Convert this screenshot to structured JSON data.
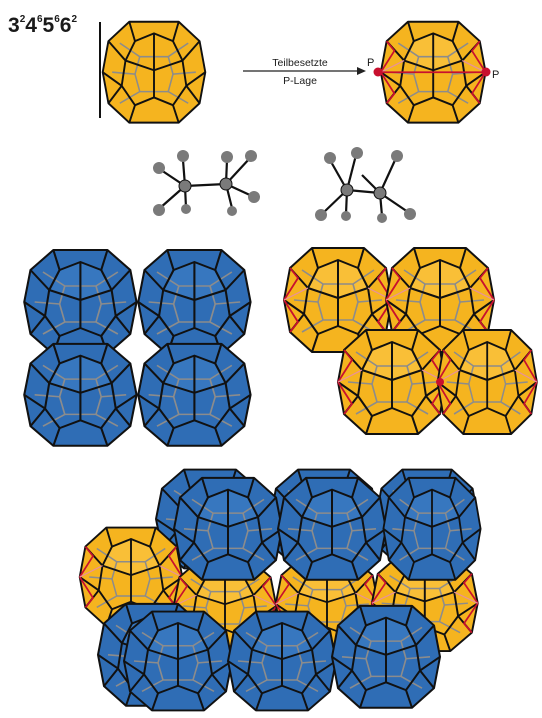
{
  "formula": {
    "parts": [
      {
        "base": "3",
        "exp": "2"
      },
      {
        "base": "4",
        "exp": "6"
      },
      {
        "base": "5",
        "exp": "6"
      },
      {
        "base": "6",
        "exp": "2"
      }
    ]
  },
  "arrow": {
    "line1": "Teilbesetzte",
    "line2": "P-Lage"
  },
  "atom_labels": {
    "left": "P",
    "right": "P"
  },
  "colors": {
    "orange": "#f5b41f",
    "blue": "#2f6db5",
    "edge": "#111111",
    "hidden_edge": "#8c8c8c",
    "red": "#c8102e",
    "pink": "#e88fa0",
    "atom": "#7a7a7a"
  },
  "icons": {
    "cage": "tetrakaidecahedron-cage-icon",
    "arrow": "right-arrow-icon",
    "ethane_molecule": "ball-and-stick-molecule-icon"
  }
}
